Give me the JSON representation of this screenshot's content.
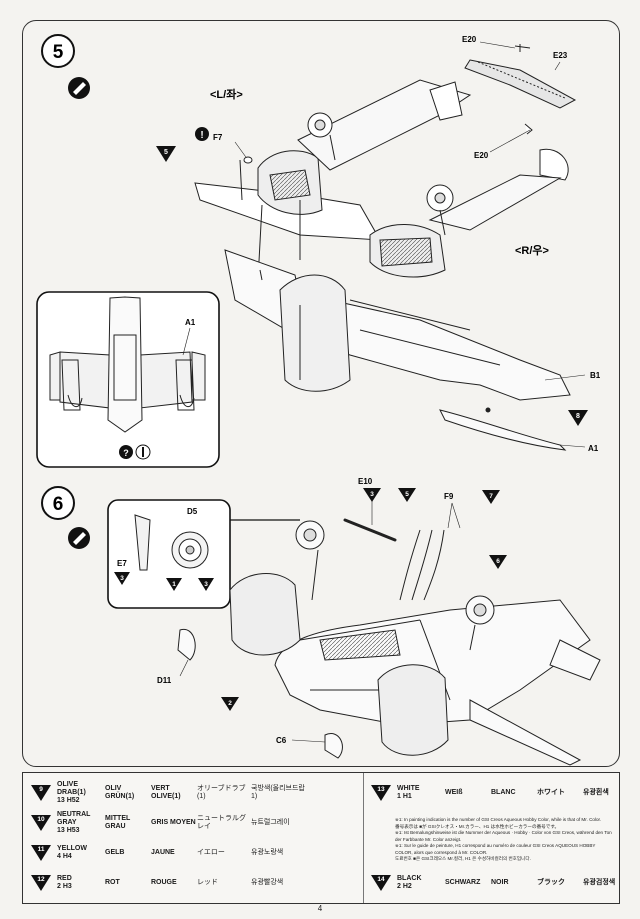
{
  "steps": [
    {
      "number": "5"
    },
    {
      "number": "6"
    }
  ],
  "step5": {
    "label_left": "<L/좌>",
    "label_right": "<R/우>",
    "parts": {
      "e20_top": "E20",
      "e23": "E23",
      "e20_bottom": "E20",
      "f7": "F7",
      "b1": "B1",
      "a1": "A1",
      "a1_inset": "A1"
    },
    "color_refs": {
      "left": "5",
      "right": "8"
    }
  },
  "step6": {
    "parts": {
      "d5": "D5",
      "e7": "E7",
      "e10": "E10",
      "f9": "F9",
      "d11": "D11",
      "c6": "C6"
    },
    "color_refs": {
      "e10": "3",
      "f9_left": "5",
      "f9_right": "7",
      "pipe": "6",
      "fuselage": "2",
      "inset_e7": "3",
      "inset_left": "1",
      "inset_right": "3"
    }
  },
  "colors": {
    "rows_left": [
      {
        "num": "9",
        "names": [
          "OLIVE DRAB(1)",
          "OLIV GRÜN(1)",
          "VERT OLIVE(1)",
          "オリーブドラブ(1)",
          "국방색(올리브드랍1)"
        ],
        "code": "13 H52"
      },
      {
        "num": "10",
        "names": [
          "NEUTRAL GRAY",
          "MITTEL GRAU",
          "GRIS MOYEN",
          "ニュートラルグレイ",
          "뉴트럴그레이"
        ],
        "code": "13 H53"
      },
      {
        "num": "11",
        "names": [
          "YELLOW",
          "GELB",
          "JAUNE",
          "イエロー",
          "유광노랑색"
        ],
        "code": "4 H4"
      },
      {
        "num": "12",
        "names": [
          "RED",
          "ROT",
          "ROUGE",
          "レッド",
          "유광빨강색"
        ],
        "code": "2 H3"
      }
    ],
    "rows_right": [
      {
        "num": "13",
        "names": [
          "WHITE",
          "WEIß",
          "BLANC",
          "ホワイト",
          "유광흰색"
        ],
        "code": "1 H1"
      },
      {
        "num": "14",
        "names": [
          "BLACK",
          "SCHWARZ",
          "NOIR",
          "ブラック",
          "유광검정색"
        ],
        "code": "2 H2"
      }
    ],
    "notes": [
      "※1: In painting indication is the number of GSI Creos Aqueous Hobby Color, while  is that of Mr. Color.",
      "番号表示は ■が GSIクレオス・Mr.カラー、H1 は水性ホビーカラーの番号です。",
      "※1: Ist Bemalungshinweise ist die Nummer der Aqueous · Hobby · Color von GSI Creos, während  den Ton der Farbbante Mr. Color anzeigt.",
      "※1: Sur le guide de peinture, H1 correspond au numéro de couleur GSI Creos AQUEOUS HOBBY COLOR, alors que  correspond à Mr. COLOR.",
      "도료번호 ■은 GSI크레오스 Mr.컬러, H1 은 수성하비컬러의 번호입니다."
    ]
  },
  "page_number": "4"
}
